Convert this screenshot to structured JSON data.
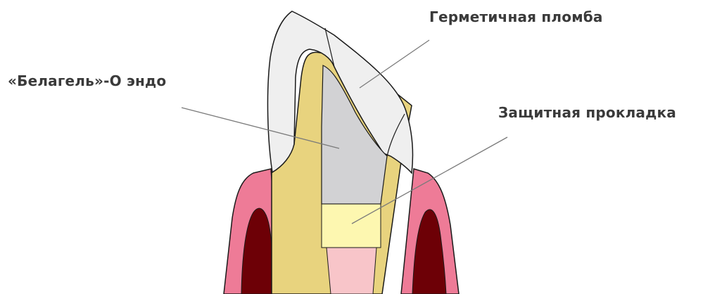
{
  "labels": {
    "sealed_filling": "Герметичная пломба",
    "endo_material": "«Белагель»-О эндо",
    "protective_liner": "Защитная прокладка"
  },
  "colors": {
    "gum": "#ee7b97",
    "gum_inner": "#6d0006",
    "dentin": "#e8d37e",
    "enamel": "#efefef",
    "filling": "#d2d2d4",
    "liner": "#fdf7b0",
    "pulp": "#f8c5c9",
    "outline": "#1a1a1a",
    "leader": "#7a7a7a"
  }
}
